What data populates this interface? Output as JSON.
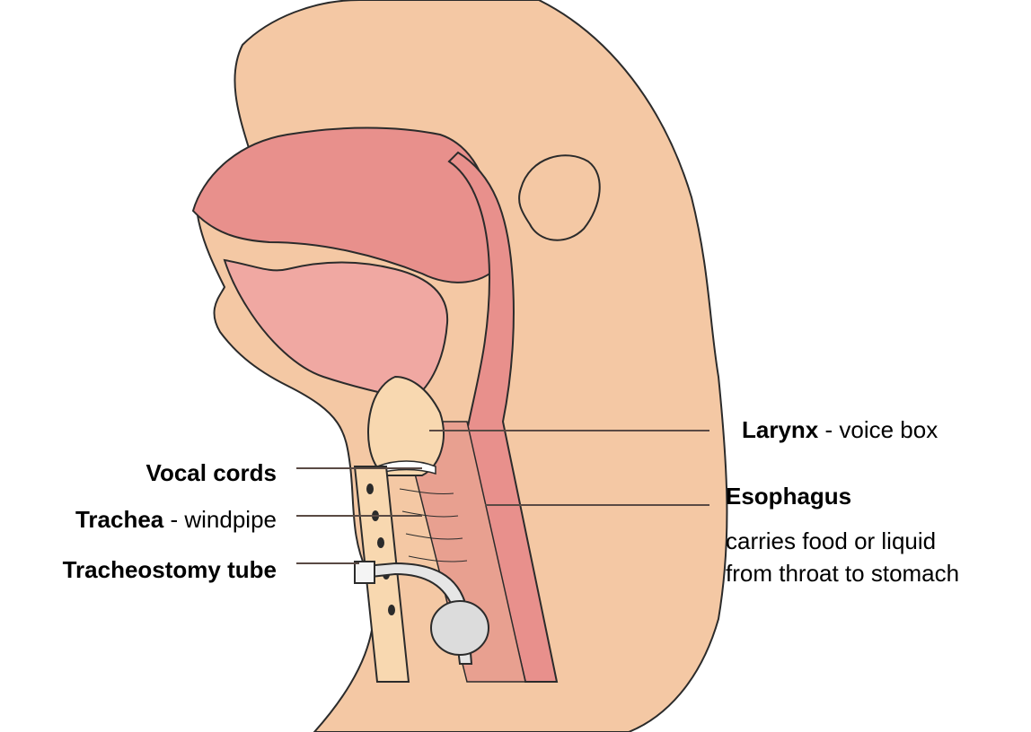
{
  "labels": {
    "vocal_cords": {
      "term": "Vocal cords",
      "desc": ""
    },
    "trachea": {
      "term": "Trachea",
      "desc": " - windpipe"
    },
    "tracheostomy_tube": {
      "term": "Tracheostomy tube",
      "desc": ""
    },
    "larynx": {
      "term": "Larynx",
      "desc": " - voice box"
    },
    "esophagus": {
      "term": "Esophagus",
      "line2": "carries food or liquid",
      "line3": "from throat to stomach"
    }
  },
  "colors": {
    "skin": "#F4C8A4",
    "skin_outline": "#2b2b2b",
    "airway": "#E8908C",
    "airway_light": "#F0A8A2",
    "cartilage": "#F8D8B0",
    "tube": "#E6E6E6",
    "leader": "#5a4a44"
  }
}
